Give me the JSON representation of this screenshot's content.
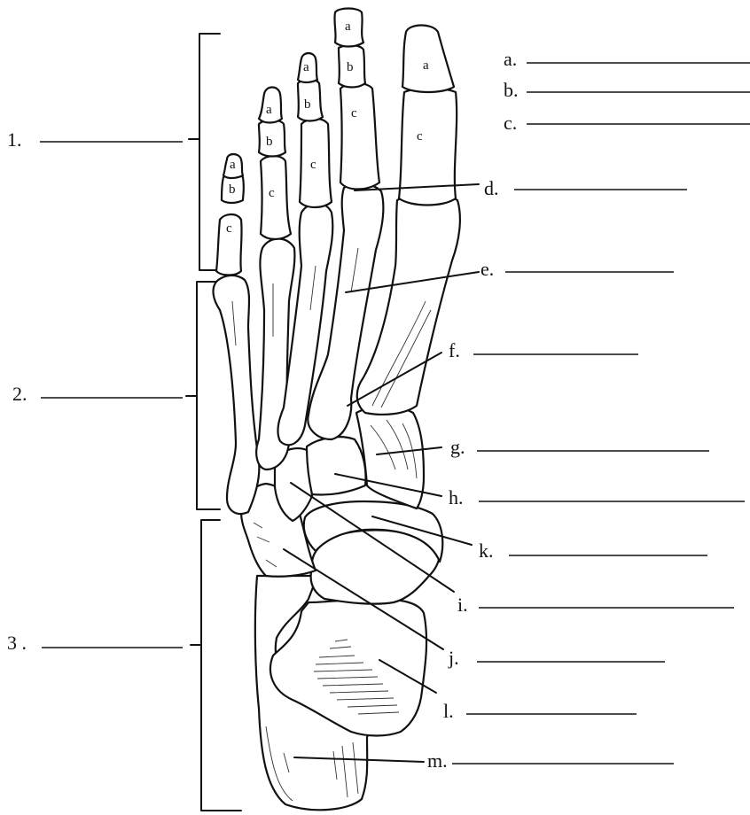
{
  "left_labels": [
    {
      "id": "1",
      "text": "1."
    },
    {
      "id": "2",
      "text": "2."
    },
    {
      "id": "3",
      "text": "3 ."
    }
  ],
  "right_labels": [
    {
      "id": "a",
      "text": "a."
    },
    {
      "id": "b",
      "text": "b."
    },
    {
      "id": "c",
      "text": "c."
    },
    {
      "id": "d",
      "text": "d."
    },
    {
      "id": "e",
      "text": "e."
    },
    {
      "id": "f",
      "text": "f."
    },
    {
      "id": "g",
      "text": "g."
    },
    {
      "id": "h",
      "text": "h."
    },
    {
      "id": "k",
      "text": "k."
    },
    {
      "id": "i",
      "text": "i."
    },
    {
      "id": "j",
      "text": "j."
    },
    {
      "id": "l",
      "text": "l."
    },
    {
      "id": "m",
      "text": "m."
    }
  ],
  "phalanx_letters": {
    "a": "a",
    "b": "b",
    "c": "c"
  }
}
